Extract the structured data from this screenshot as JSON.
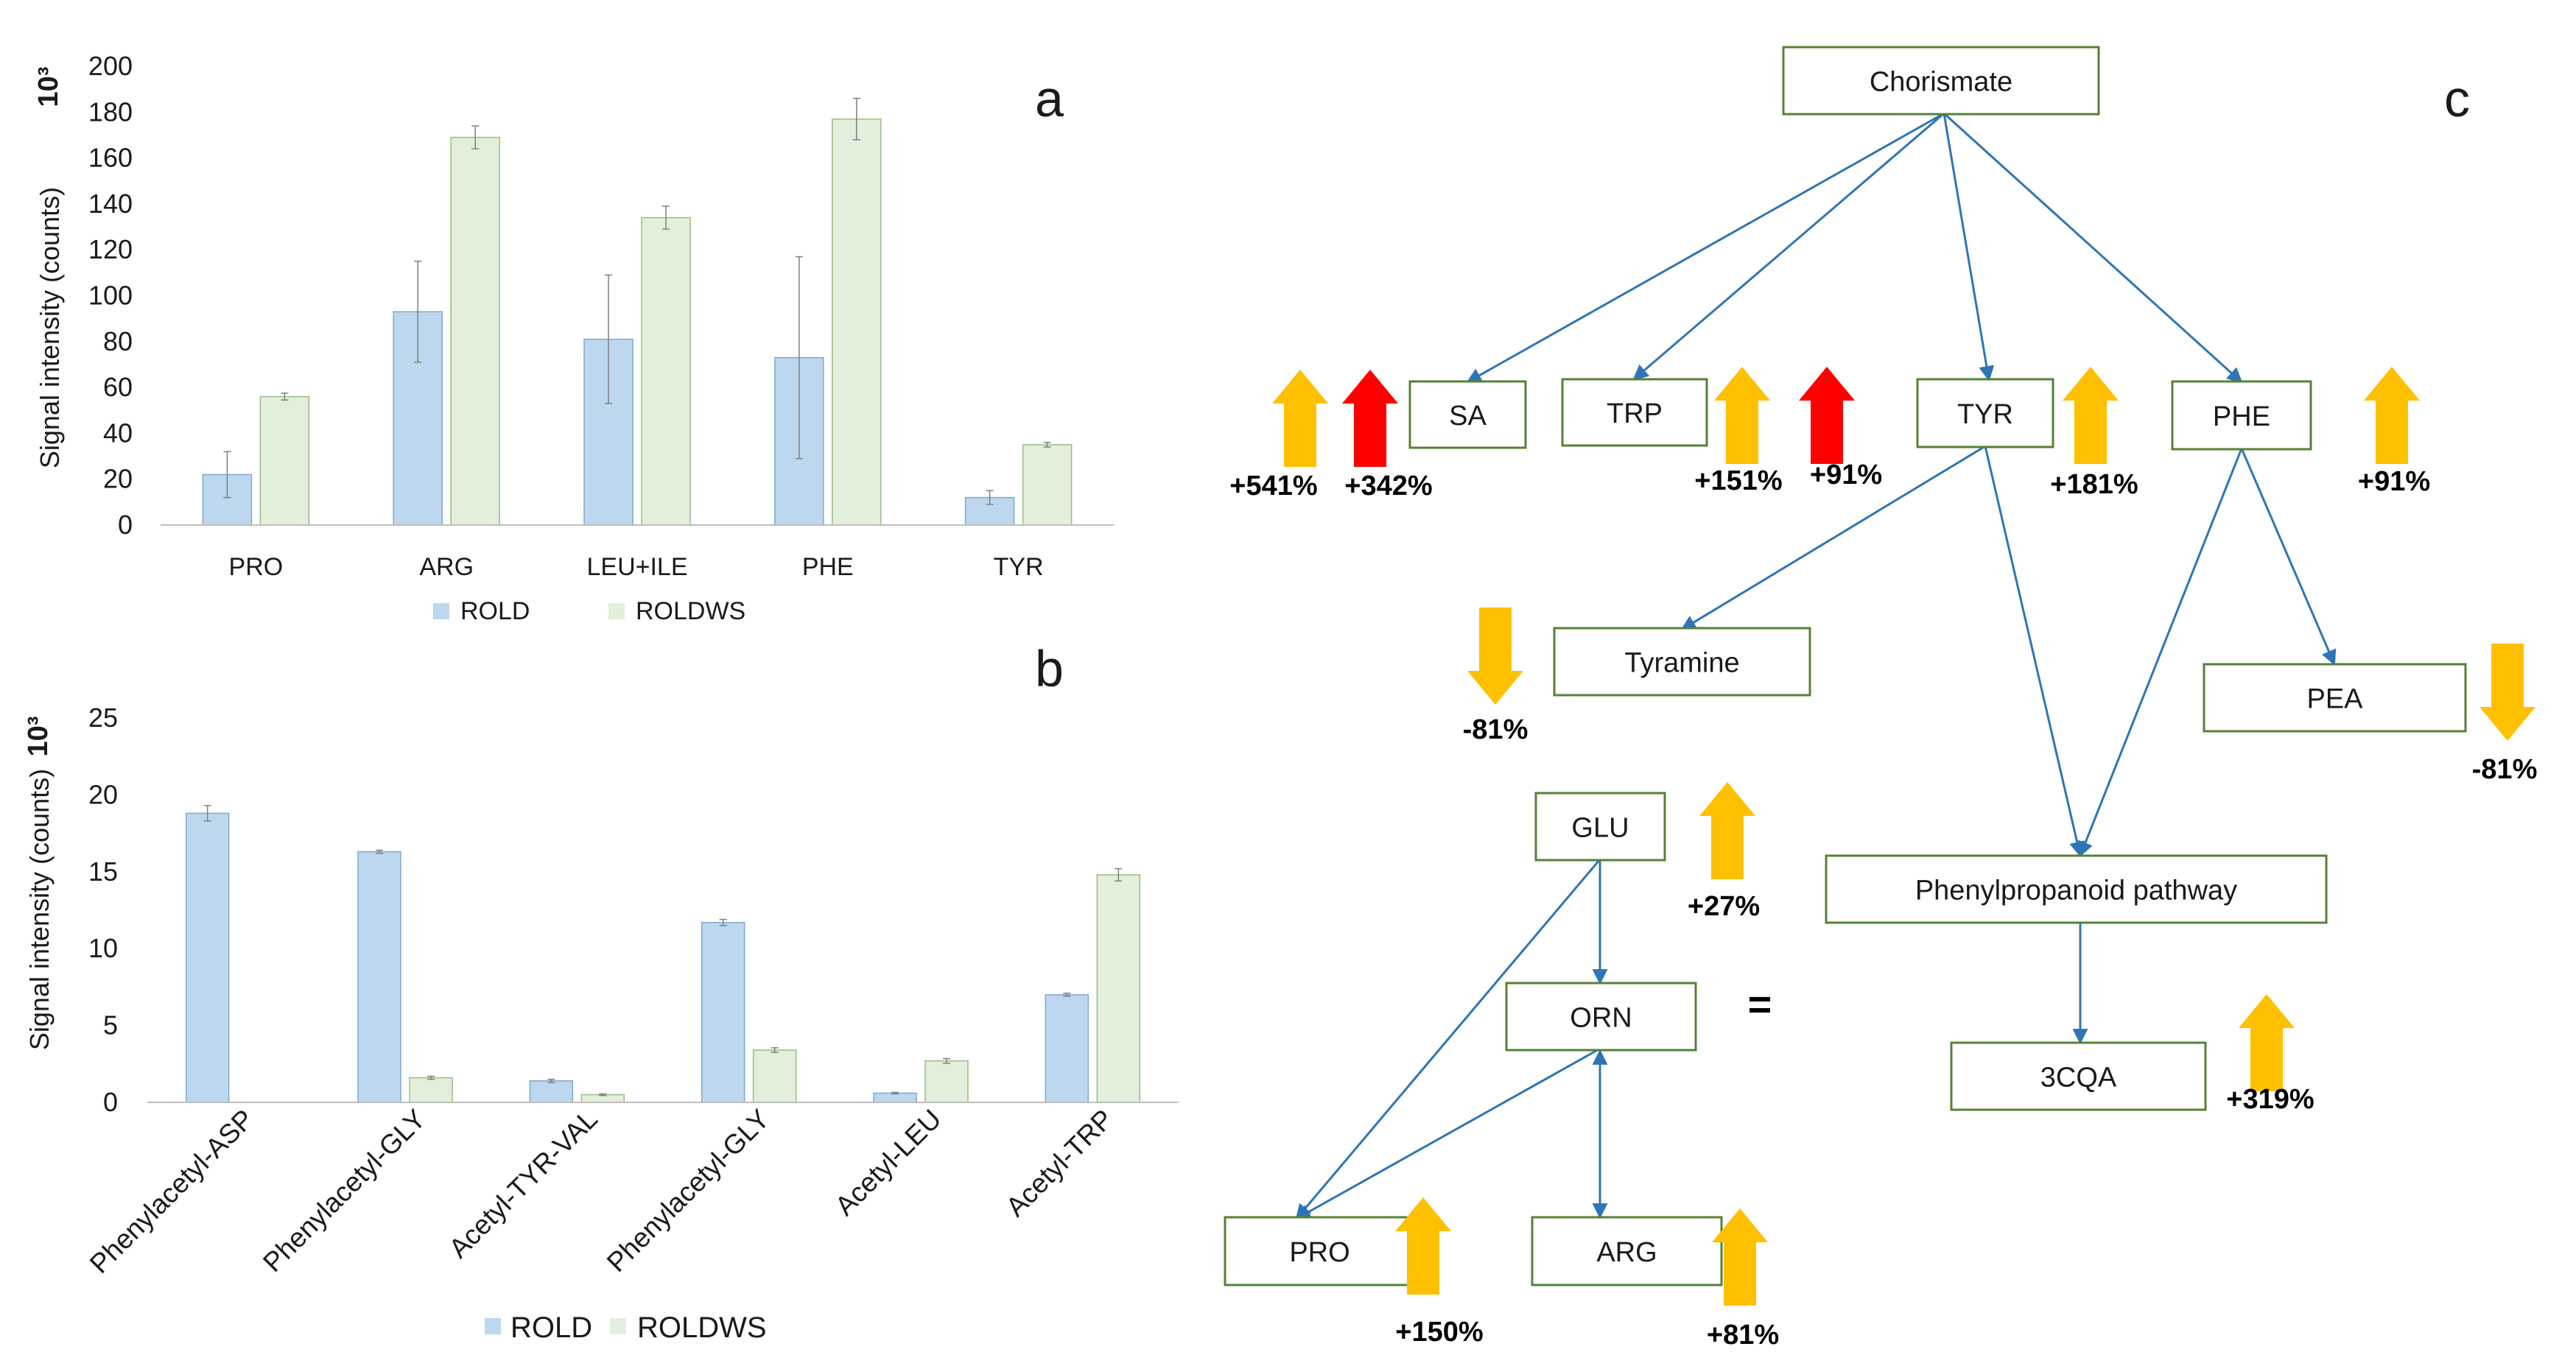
{
  "panel_labels": {
    "a": "a",
    "b": "b",
    "c": "c"
  },
  "colors": {
    "rold": "#bdd7ee",
    "rold_stroke": "#7ea9d4",
    "roldws": "#e2efda",
    "roldws_stroke": "#9bbb87",
    "node_border": "#548235",
    "edge": "#2e75b6",
    "arrow_orange": "#ffc000",
    "arrow_red": "#ff0000",
    "equal_sign": "#ffc000"
  },
  "chart_data": [
    {
      "type": "bar",
      "panel": "a",
      "categories": [
        "PRO",
        "ARG",
        "LEU+ILE",
        "PHE",
        "TYR"
      ],
      "series": [
        {
          "name": "ROLD",
          "values": [
            22,
            93,
            81,
            73,
            12
          ],
          "errors": [
            10,
            22,
            28,
            44,
            3
          ]
        },
        {
          "name": "ROLDWS",
          "values": [
            56,
            169,
            134,
            177,
            35
          ],
          "errors": [
            1.5,
            5,
            5,
            9,
            1
          ]
        }
      ],
      "ylabel": "Signal intensity (counts)",
      "yunit": "10³",
      "ylim": [
        0,
        200
      ],
      "yticks": [
        0,
        20,
        40,
        60,
        80,
        100,
        120,
        140,
        160,
        180,
        200
      ],
      "grid": false,
      "legend": "bottom"
    },
    {
      "type": "bar",
      "panel": "b",
      "categories": [
        "Phenylacetyl-ASP",
        "Phenylacetyl-GLY",
        "Acetyl-TYR-VAL",
        "Phenylacetyl-GLY",
        "Acetyl-LEU",
        "Acetyl-TRP"
      ],
      "series": [
        {
          "name": "ROLD",
          "values": [
            18.8,
            16.3,
            1.4,
            11.7,
            0.6,
            7.0
          ],
          "errors": [
            0.5,
            0.1,
            0.1,
            0.2,
            0.05,
            0.1
          ]
        },
        {
          "name": "ROLDWS",
          "values": [
            0,
            1.6,
            0.5,
            3.4,
            2.7,
            14.8
          ],
          "errors": [
            0,
            0.1,
            0.05,
            0.15,
            0.15,
            0.4
          ]
        }
      ],
      "ylabel": "Signal intensity (counts)",
      "yunit": "10³",
      "ylim": [
        0,
        25
      ],
      "yticks": [
        0,
        5,
        10,
        15,
        20,
        25
      ],
      "grid": false,
      "legend": "bottom"
    }
  ],
  "pathway": {
    "nodes": [
      {
        "id": "chorismate",
        "label": "Chorismate"
      },
      {
        "id": "sa",
        "label": "SA"
      },
      {
        "id": "trp",
        "label": "TRP"
      },
      {
        "id": "tyr",
        "label": "TYR"
      },
      {
        "id": "phe",
        "label": "PHE"
      },
      {
        "id": "tyramine",
        "label": "Tyramine"
      },
      {
        "id": "pea",
        "label": "PEA"
      },
      {
        "id": "glu",
        "label": "GLU"
      },
      {
        "id": "phenylpropanoid",
        "label": "Phenylpropanoid pathway"
      },
      {
        "id": "orn",
        "label": "ORN"
      },
      {
        "id": "cqa",
        "label": "3CQA"
      },
      {
        "id": "pro",
        "label": "PRO"
      },
      {
        "id": "arg",
        "label": "ARG"
      }
    ],
    "edges": [
      {
        "from": "chorismate",
        "to": "sa"
      },
      {
        "from": "chorismate",
        "to": "trp"
      },
      {
        "from": "chorismate",
        "to": "tyr"
      },
      {
        "from": "chorismate",
        "to": "phe"
      },
      {
        "from": "tyr",
        "to": "tyramine"
      },
      {
        "from": "tyr",
        "to": "phenylpropanoid"
      },
      {
        "from": "phe",
        "to": "phenylpropanoid"
      },
      {
        "from": "phe",
        "to": "pea"
      },
      {
        "from": "phenylpropanoid",
        "to": "cqa"
      },
      {
        "from": "glu",
        "to": "orn"
      },
      {
        "from": "glu",
        "to": "pro"
      },
      {
        "from": "orn",
        "to": "pro"
      },
      {
        "from": "orn",
        "to": "arg",
        "bidirectional": true
      }
    ],
    "indicators": [
      {
        "id": "sa-orange",
        "direction": "up",
        "color": "orange",
        "text": "+541%"
      },
      {
        "id": "sa-red",
        "direction": "up",
        "color": "red",
        "text": "+342%"
      },
      {
        "id": "trp-orange",
        "direction": "up",
        "color": "orange",
        "text": "+151%"
      },
      {
        "id": "trp-red",
        "direction": "up",
        "color": "red",
        "text": "+91%"
      },
      {
        "id": "tyr",
        "direction": "up",
        "color": "orange",
        "text": "+181%"
      },
      {
        "id": "phe",
        "direction": "up",
        "color": "orange",
        "text": "+91%"
      },
      {
        "id": "tyramine",
        "direction": "down",
        "color": "orange",
        "text": "-81%"
      },
      {
        "id": "pea",
        "direction": "down",
        "color": "orange",
        "text": "-81%"
      },
      {
        "id": "glu",
        "direction": "up",
        "color": "orange",
        "text": "+27%"
      },
      {
        "id": "orn",
        "direction": "equal",
        "color": "orange",
        "text": "="
      },
      {
        "id": "cqa",
        "direction": "up",
        "color": "orange",
        "text": "+319%"
      },
      {
        "id": "pro",
        "direction": "up",
        "color": "orange",
        "text": "+150%"
      },
      {
        "id": "arg",
        "direction": "up",
        "color": "orange",
        "text": "+81%"
      }
    ]
  }
}
